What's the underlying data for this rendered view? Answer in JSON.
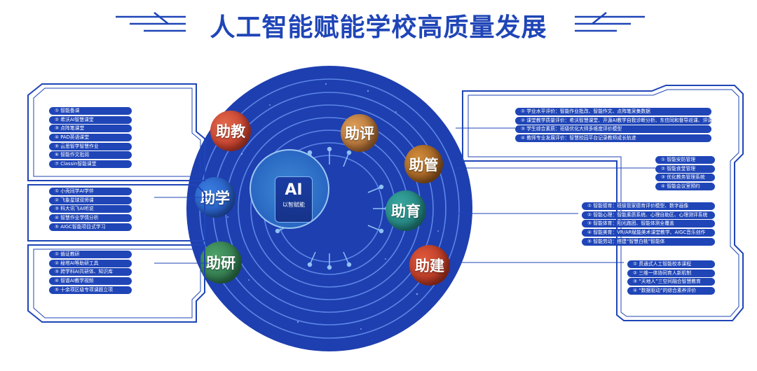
{
  "title": "人工智能赋能学校高质量发展",
  "center": {
    "main": "AI",
    "sub": "以智赋能"
  },
  "planets": {
    "jiao": "助教",
    "ping": "助评",
    "guan": "助管",
    "xue": "助学",
    "yu": "助育",
    "yan": "助研",
    "jian": "助建"
  },
  "left": {
    "group1": [
      "① 智能备课",
      "② 希沃AI智慧课堂",
      "③ 点阵笔课堂",
      "④ PAD英语课堂",
      "⑤ 云思智学智慧作业",
      "⑥ 智能作文批阅",
      "⑦ Classin智能课堂"
    ],
    "group2": [
      "① 小壳同学AI学伴",
      "② 飞象星球双师课",
      "③ 科大讯飞AI听说",
      "④ 智慧作业学情分析",
      "⑤ AIGC智能项目式学习"
    ],
    "group3": [
      "① 循证教研",
      "② 秘塔AI等助研工具",
      "③ 跨学科AI共研体、知识库",
      "④ 智谱AI教学视频",
      "⑤ 十余项区级专项课题立项"
    ]
  },
  "right": {
    "group1": [
      "① 学业水平评价：智能作业批改、智能作文、点阵笔采集数据",
      "② 课堂教学质量评价：希沃智慧课堂、开源AI教学自我诊断分析、东信同和督导巡课、评课",
      "③ 学生综合素质：班级优化大师多维度评价模型",
      "④ 教师专业发展评价：智慧校园平台记录教师成长轨迹"
    ],
    "group2": [
      "① 智能安防管理",
      "② 智能食堂管理",
      "③ 优化教务管理系统",
      "④ 智能会议室预约"
    ],
    "group3": [
      "① 智能德育：班级管家德育评价模型、数字画像",
      "② 智能心理：智能素质系统、心理自助区、心理测评系统",
      "③ 智能体育：阳光跑团、智能体测全覆盖",
      "④ 智能美育：VR/AR赋能美术课堂教学、AIGC音乐创作",
      "⑤ 智能劳动：搭建“智慧白桃”智能体"
    ],
    "group4": [
      "① 贯通式人工智能校本课程",
      "② 三维一体协同育人新机制",
      "③ “天地人”三空间融合智慧教育",
      "④ “数据驱动”的综合素养评价"
    ]
  },
  "colors": {
    "accent": "#1f45b7",
    "disc": "#1e3fb0",
    "ring": "#5b86e6"
  }
}
